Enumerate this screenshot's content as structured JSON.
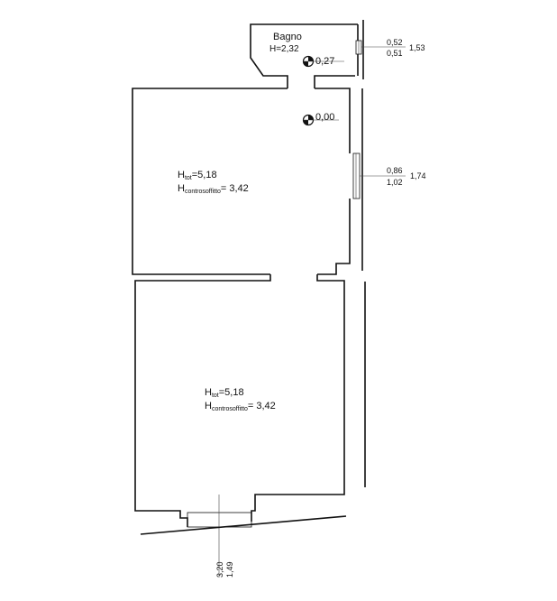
{
  "plan": {
    "bathroom": {
      "label": "Bagno",
      "height": "H=2,32"
    },
    "elevation_bath": "0,27",
    "elevation_main": "0,00",
    "room_upper": {
      "h_tot_prefix": "H",
      "h_tot_sub": "tot",
      "h_tot_value": "=5,18",
      "h_ctrl_prefix": "H",
      "h_ctrl_sub": "controsoffitto",
      "h_ctrl_value": "= 3,42"
    },
    "room_lower": {
      "h_tot_prefix": "H",
      "h_tot_sub": "tot",
      "h_tot_value": "=5,18",
      "h_ctrl_prefix": "H",
      "h_ctrl_sub": "controsoffitto",
      "h_ctrl_value": "= 3,42"
    },
    "window_bath": {
      "top": "0,52",
      "bottom": "0,51",
      "side": "1,53"
    },
    "window_upper": {
      "top": "0,86",
      "bottom": "1,02",
      "side": "1,74"
    },
    "entrance": {
      "a": "3,20",
      "b": "1,49"
    }
  }
}
